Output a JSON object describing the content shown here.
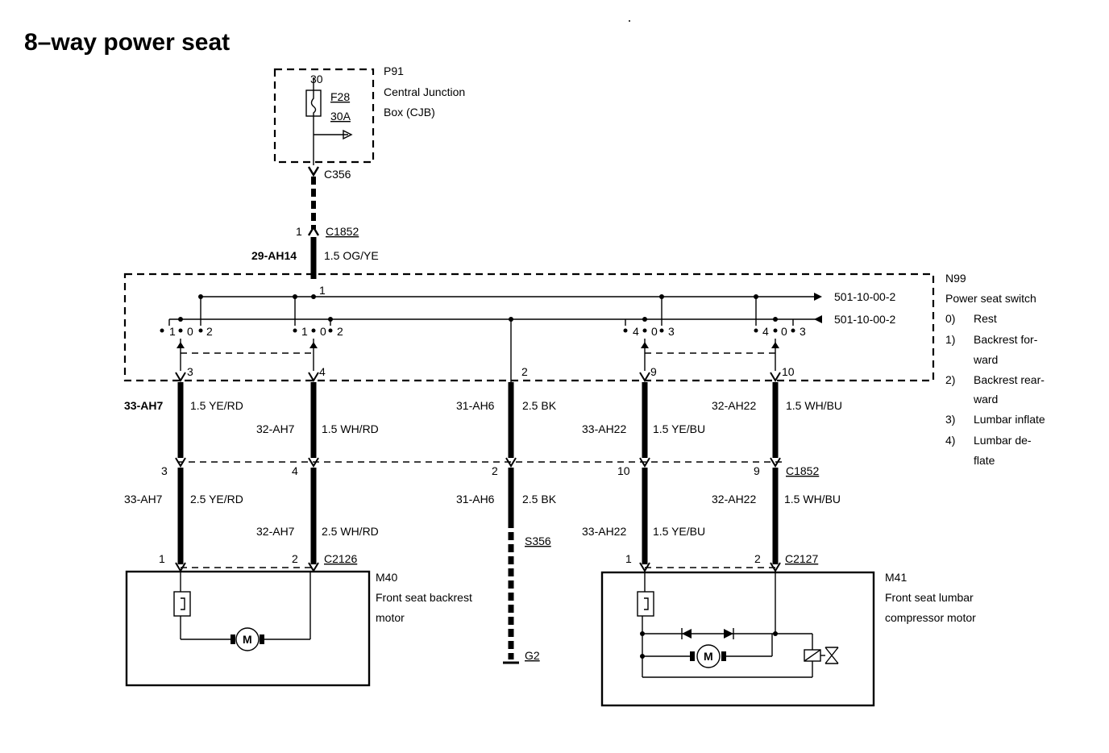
{
  "title": "8–way power seat",
  "cjb": {
    "ref": "P91",
    "name_line1": "Central Junction",
    "name_line2": "Box (CJB)",
    "pin": "30",
    "fuse": "F28",
    "rating": "30A"
  },
  "connectors": {
    "c356": "C356",
    "c1852_top_pin": "1",
    "c1852_top": "C1852",
    "c1852_mid": "C1852",
    "c2126": "C2126",
    "c2127": "C2127",
    "s356": "S356",
    "g2": "G2"
  },
  "feed": {
    "circuit": "29-AH14",
    "wire": "1.5 OG/YE"
  },
  "switch": {
    "ref": "N99",
    "name": "Power seat switch",
    "ref_a": "501-10-00-2",
    "ref_b": "501-10-00-2",
    "pin_1": "1",
    "legend": [
      {
        "num": "0)",
        "line1": "Rest",
        "line2": ""
      },
      {
        "num": "1)",
        "line1": "Backrest for-",
        "line2": "ward"
      },
      {
        "num": "2)",
        "line1": "Backrest rear-",
        "line2": "ward"
      },
      {
        "num": "3)",
        "line1": "Lumbar inflate",
        "line2": ""
      },
      {
        "num": "4)",
        "line1": "Lumbar de-",
        "line2": "flate"
      }
    ],
    "pos_a1": "1",
    "pos_a0": "0",
    "pos_a2": "2",
    "pos_b1": "1",
    "pos_b0": "0",
    "pos_b2": "2",
    "pos_c4": "4",
    "pos_c0": "0",
    "pos_c3": "3",
    "pos_d4": "4",
    "pos_d0": "0",
    "pos_d3": "3",
    "out_pins": [
      "3",
      "4",
      "2",
      "9",
      "10"
    ]
  },
  "upper_wires": [
    {
      "circuit": "33-AH7",
      "wire": "1.5 YE/RD"
    },
    {
      "circuit": "32-AH7",
      "wire": "1.5 WH/RD"
    },
    {
      "circuit": "31-AH6",
      "wire": "2.5 BK"
    },
    {
      "circuit": "33-AH22",
      "wire": "1.5 YE/BU"
    },
    {
      "circuit": "32-AH22",
      "wire": "1.5 WH/BU"
    }
  ],
  "mid_pins": [
    "3",
    "4",
    "2",
    "10",
    "9"
  ],
  "lower_wires": [
    {
      "circuit": "33-AH7",
      "wire": "2.5 YE/RD"
    },
    {
      "circuit": "32-AH7",
      "wire": "2.5 WH/RD"
    },
    {
      "circuit": "31-AH6",
      "wire": "2.5 BK"
    },
    {
      "circuit": "33-AH22",
      "wire": "1.5 YE/BU"
    },
    {
      "circuit": "32-AH22",
      "wire": "1.5 WH/BU"
    }
  ],
  "motor_pins": {
    "m40_1": "1",
    "m40_2": "2",
    "m41_1": "1",
    "m41_2": "2"
  },
  "m40": {
    "ref": "M40",
    "line1": "Front seat backrest",
    "line2": "motor",
    "symbol": "M"
  },
  "m41": {
    "ref": "M41",
    "line1": "Front seat lumbar",
    "line2": "compressor motor",
    "symbol": "M"
  }
}
